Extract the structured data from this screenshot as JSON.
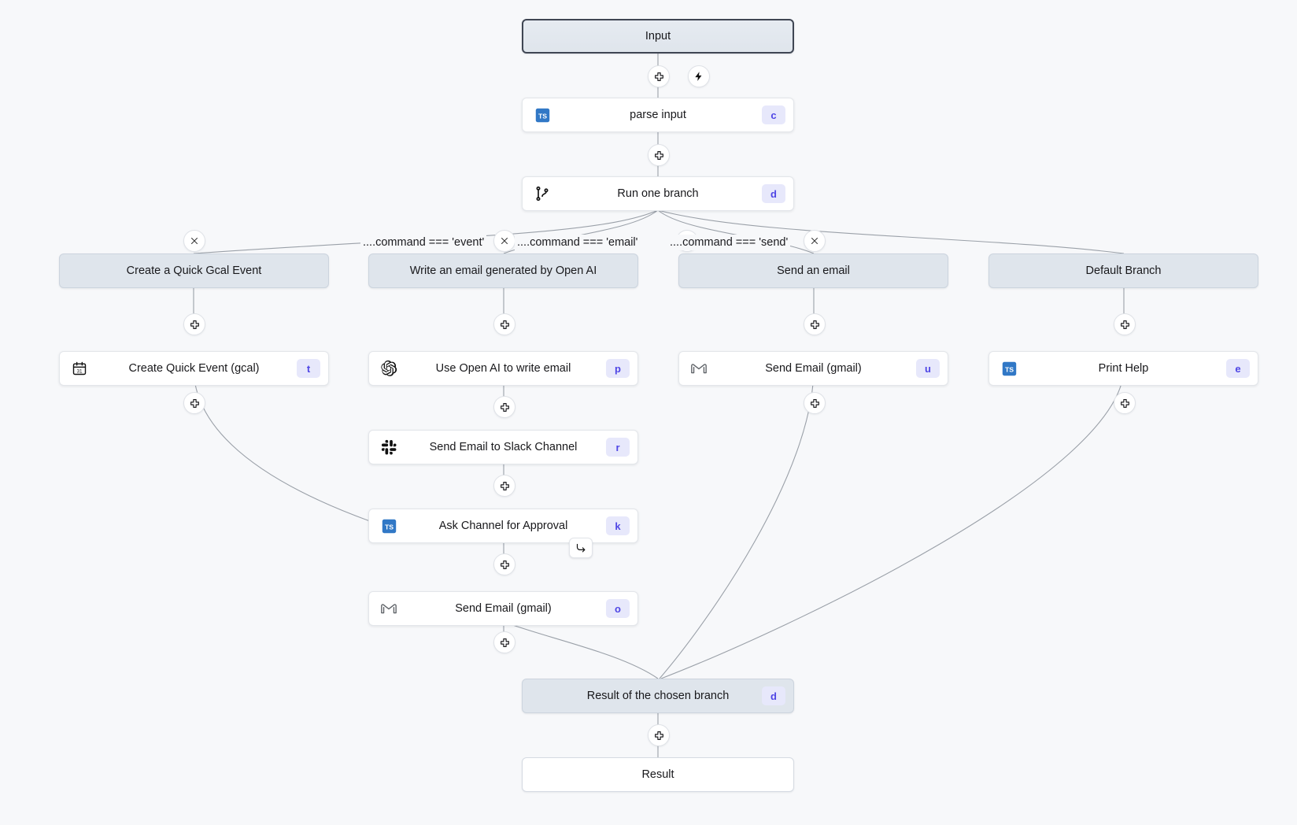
{
  "app": {
    "canvas_background": "#f7f8fa",
    "accent": "#4f46e5"
  },
  "graph": {
    "type": "flow",
    "start_label": "Input",
    "end_label": "Result",
    "nodes": [
      {
        "id": "input",
        "kind": "terminal",
        "label": "Input",
        "icon": "none",
        "shortcut": ""
      },
      {
        "id": "parse",
        "kind": "step",
        "label": "parse input",
        "icon": "ts-icon",
        "shortcut": "c"
      },
      {
        "id": "branchone",
        "kind": "step",
        "label": "Run one branch",
        "icon": "branch-icon",
        "shortcut": "d"
      },
      {
        "id": "br1head",
        "kind": "bar",
        "label": "Create a Quick Gcal Event",
        "icon": "none",
        "shortcut": ""
      },
      {
        "id": "br2head",
        "kind": "bar",
        "label": "Write an email generated by Open AI",
        "icon": "none",
        "shortcut": ""
      },
      {
        "id": "br3head",
        "kind": "bar",
        "label": "Send an email",
        "icon": "none",
        "shortcut": ""
      },
      {
        "id": "br4head",
        "kind": "bar",
        "label": "Default Branch",
        "icon": "none",
        "shortcut": ""
      },
      {
        "id": "gcal",
        "kind": "step",
        "label": "Create Quick Event (gcal)",
        "icon": "calendar-icon",
        "shortcut": "t"
      },
      {
        "id": "openai",
        "kind": "step",
        "label": "Use Open AI to write email",
        "icon": "openai-icon",
        "shortcut": "p"
      },
      {
        "id": "slack",
        "kind": "step",
        "label": "Send Email to Slack Channel",
        "icon": "slack-icon",
        "shortcut": "r"
      },
      {
        "id": "approval",
        "kind": "step",
        "label": "Ask Channel for Approval",
        "icon": "ts-icon",
        "shortcut": "k"
      },
      {
        "id": "gmail2",
        "kind": "step",
        "label": "Send Email (gmail)",
        "icon": "gmail-icon",
        "shortcut": "o"
      },
      {
        "id": "gmail1",
        "kind": "step",
        "label": "Send Email (gmail)",
        "icon": "gmail-icon",
        "shortcut": "u"
      },
      {
        "id": "printhelp",
        "kind": "step",
        "label": "Print Help",
        "icon": "ts-icon",
        "shortcut": "e"
      },
      {
        "id": "result",
        "kind": "bar",
        "label": "Result of the chosen branch",
        "icon": "none",
        "shortcut": "d"
      },
      {
        "id": "end",
        "kind": "terminal-plain",
        "label": "Result",
        "icon": "none",
        "shortcut": ""
      }
    ],
    "branch_conditions": [
      {
        "id": "cond1",
        "text": "....command === 'event'"
      },
      {
        "id": "cond2",
        "text": "....command === 'email'"
      },
      {
        "id": "cond3",
        "text": "....command === 'send'"
      }
    ],
    "controls": [
      {
        "id": "add-input",
        "icon": "plus-icon"
      },
      {
        "id": "trigger",
        "icon": "lightning-icon"
      },
      {
        "id": "add-parse",
        "icon": "plus-icon"
      },
      {
        "id": "remove-branch-1",
        "icon": "close-icon"
      },
      {
        "id": "remove-branch-2",
        "icon": "close-icon"
      },
      {
        "id": "add-branch",
        "icon": "branch-plus-icon"
      },
      {
        "id": "remove-branch-3",
        "icon": "close-icon"
      },
      {
        "id": "add-b1",
        "icon": "plus-icon"
      },
      {
        "id": "add-b2",
        "icon": "plus-icon"
      },
      {
        "id": "add-b3",
        "icon": "plus-icon"
      },
      {
        "id": "add-b4",
        "icon": "plus-icon"
      },
      {
        "id": "add-gcal",
        "icon": "plus-icon"
      },
      {
        "id": "add-openai",
        "icon": "plus-icon"
      },
      {
        "id": "add-slack",
        "icon": "plus-icon"
      },
      {
        "id": "add-approval",
        "icon": "plus-icon"
      },
      {
        "id": "add-gmail2",
        "icon": "plus-icon"
      },
      {
        "id": "add-gmail1",
        "icon": "plus-icon"
      },
      {
        "id": "add-printhelp",
        "icon": "plus-icon"
      },
      {
        "id": "add-result",
        "icon": "plus-icon"
      },
      {
        "id": "suspend-badge",
        "icon": "resume-arrow-icon"
      }
    ]
  }
}
